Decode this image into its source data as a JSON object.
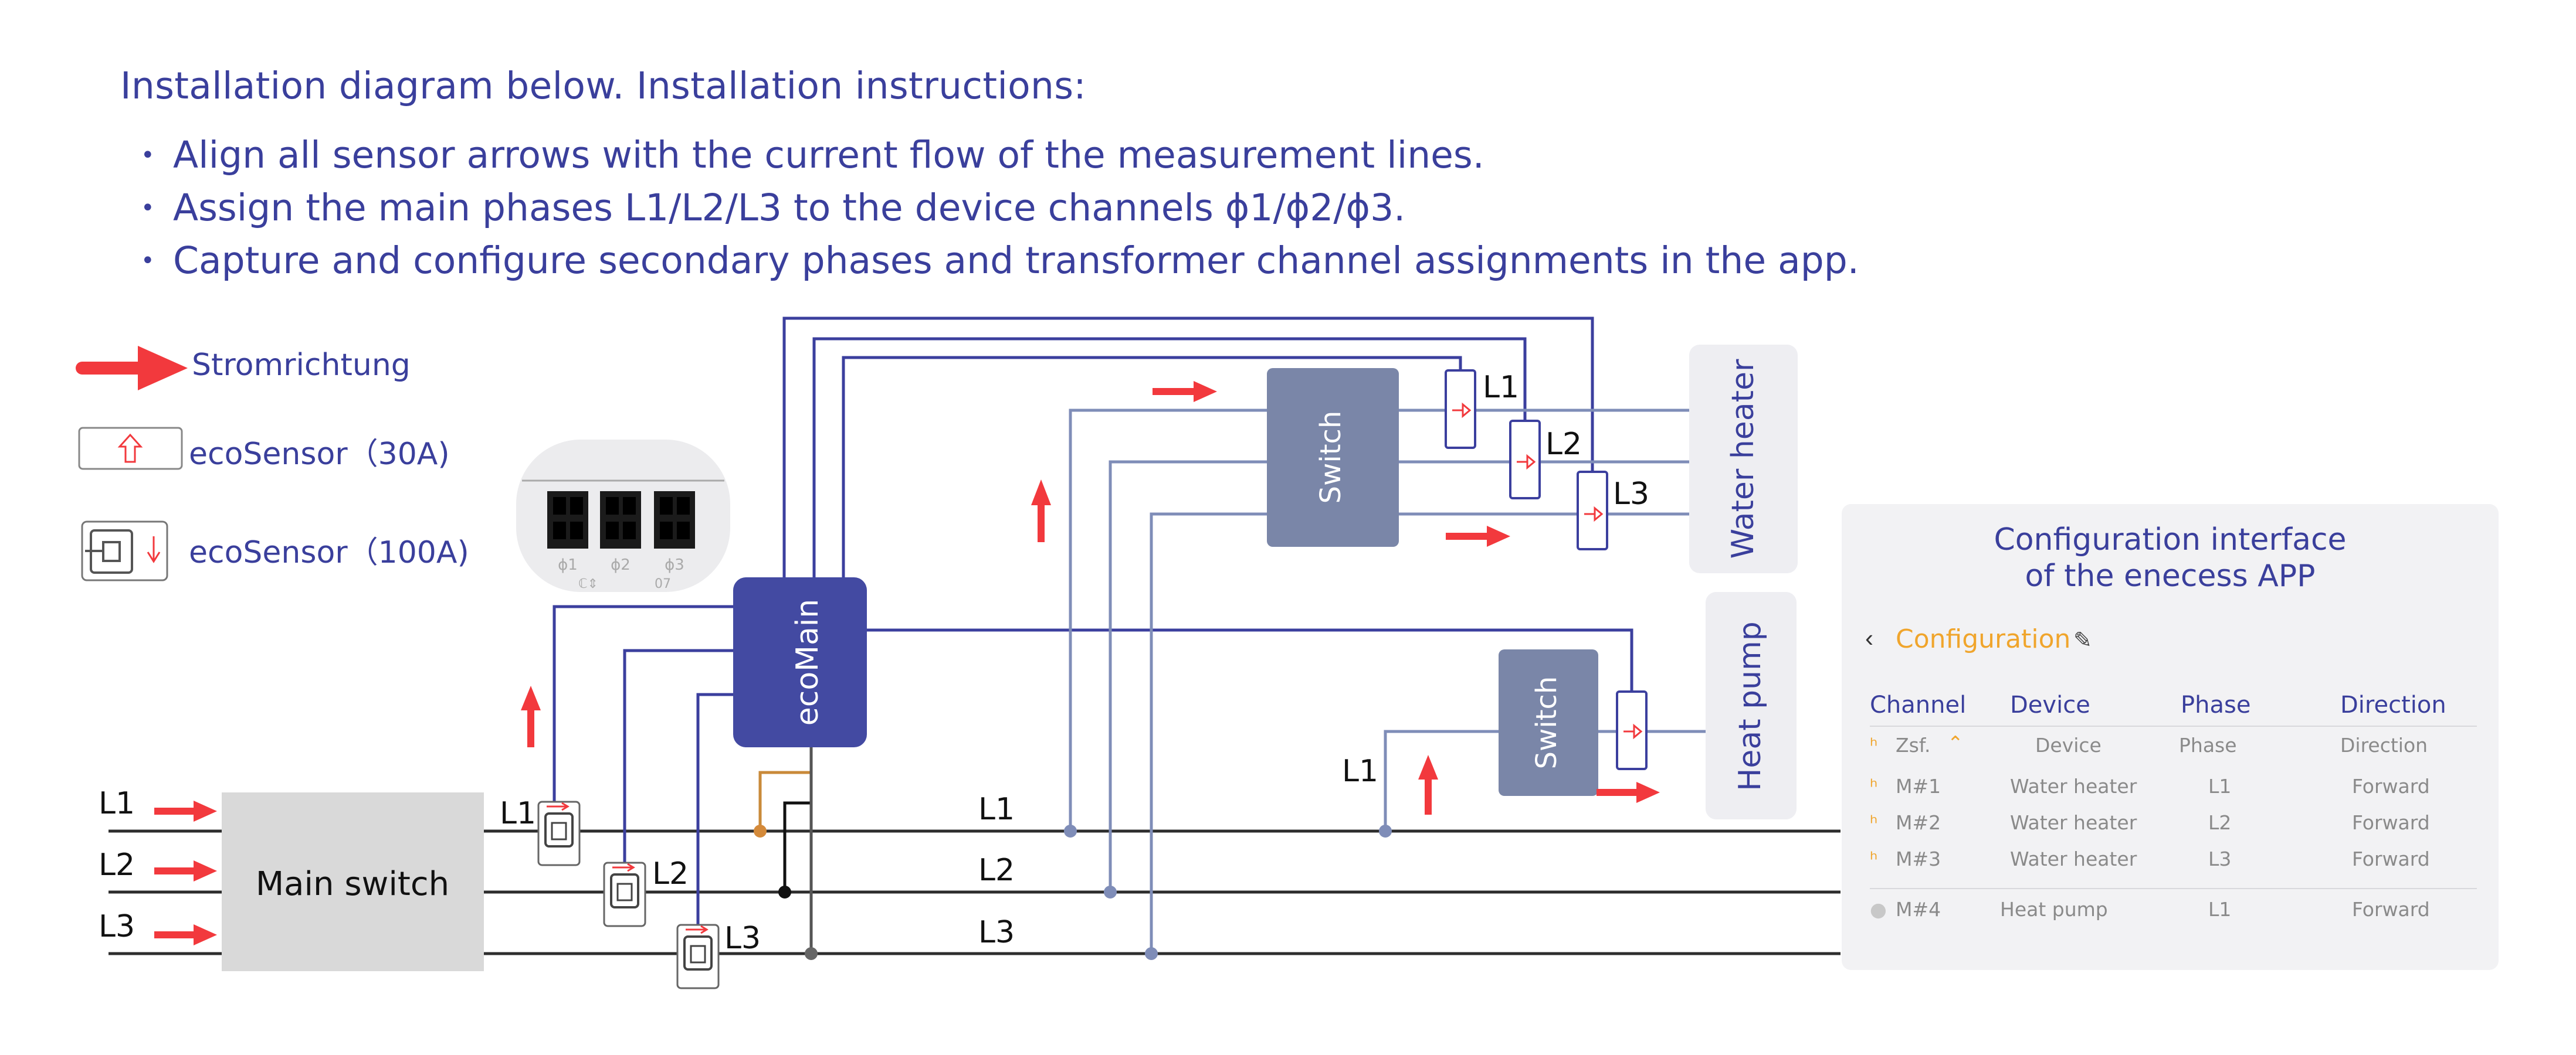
{
  "intro": "Installation diagram below. Installation instructions:",
  "bullets": [
    "Align all sensor arrows with the current flow of the measurement lines.",
    "Assign the main phases L1/L2/L3 to the device channels ϕ1/ϕ2/ϕ3.",
    "Capture and configure secondary phases and transformer channel assignments in the app."
  ],
  "legend": {
    "flow": "Stromrichtung",
    "sensor30": "ecoSensor（30A)",
    "sensor100": "ecoSensor（100A)"
  },
  "device_ports": [
    "ϕ1",
    "ϕ2",
    "ϕ3"
  ],
  "device_port_codes": [
    "ℂ⇕",
    "07"
  ],
  "blocks": {
    "main_switch": "Main switch",
    "ecomain": "ecoMain",
    "switch": "Switch",
    "water_heater": "Water heater",
    "heat_pump": "Heat pump"
  },
  "phase_labels": [
    "L1",
    "L2",
    "L3"
  ],
  "config": {
    "title_line1": "Configuration interface",
    "title_line2": "of the enecess APP",
    "back_icon": "‹",
    "screen_title": "Configuration",
    "edit_icon": "✎",
    "headers": [
      "Channel",
      "Device",
      "Phase",
      "Direction"
    ],
    "rows": [
      {
        "channel": "Zsf.",
        "device": "Device",
        "phase": "Phase",
        "direction": "Direction"
      },
      {
        "channel": "M#1",
        "device": "Water heater",
        "phase": "L1",
        "direction": "Forward"
      },
      {
        "channel": "M#2",
        "device": "Water heater",
        "phase": "L2",
        "direction": "Forward"
      },
      {
        "channel": "M#3",
        "device": "Water heater",
        "phase": "L3",
        "direction": "Forward"
      },
      {
        "channel": "M#4",
        "device": "Heat pump",
        "phase": "L1",
        "direction": "Forward"
      }
    ]
  },
  "colors": {
    "text_blue": "#3a3f9c",
    "line_dark_blue": "#3b3f9e",
    "line_light_blue": "#7f8db8",
    "arrow_red": "#f2393d",
    "ecomain_fill": "#434aa2",
    "switch_fill": "#7a86a8",
    "accent_orange": "#f0a52c"
  }
}
